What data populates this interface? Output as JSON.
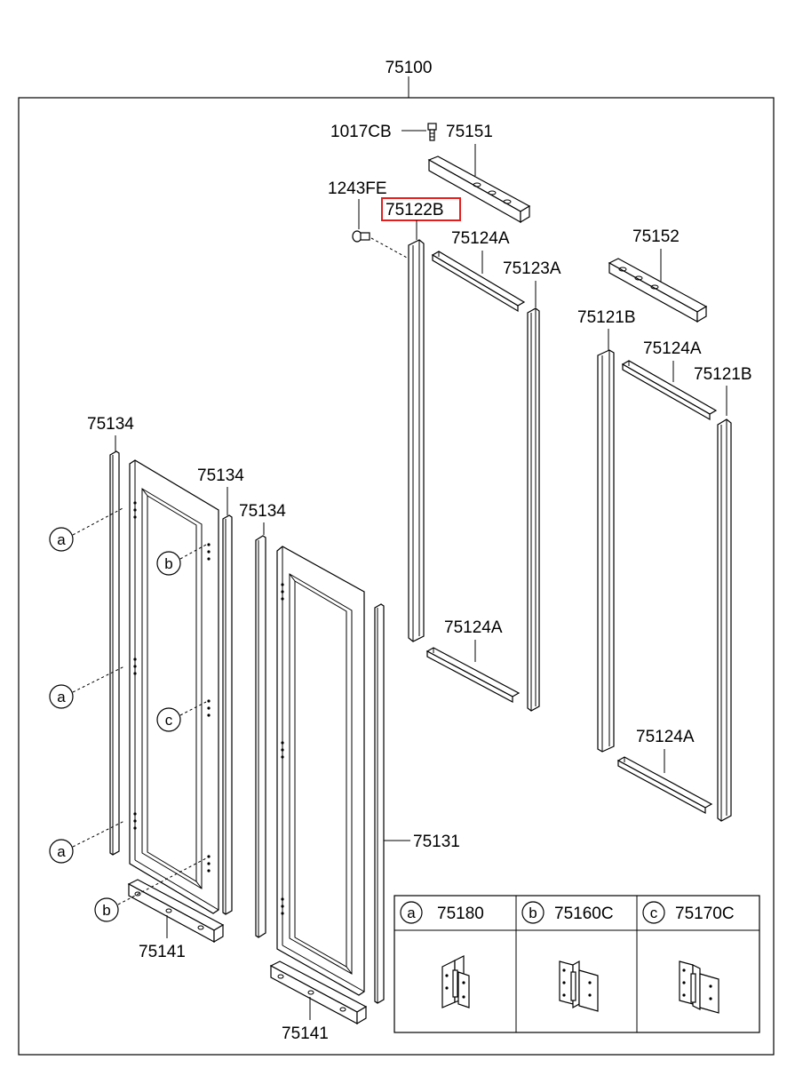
{
  "labels": {
    "assembly": "75100",
    "bolt_1017": "1017CB",
    "bracket_75151": "75151",
    "screw_1243": "1243FE",
    "post_75122b": "75122B",
    "rail_75124a_top_left": "75124A",
    "post_75123a": "75123A",
    "bracket_75152": "75152",
    "post_75121b_left": "75121B",
    "rail_75124a_top_right": "75124A",
    "post_75121b_right": "75121B",
    "rail_75124a_bottom_left": "75124A",
    "rail_75124a_bottom_right": "75124A",
    "strip_75134_a": "75134",
    "strip_75134_b": "75134",
    "strip_75134_c": "75134",
    "door_75131": "75131",
    "base_75141_left": "75141",
    "base_75141_right": "75141"
  },
  "callouts": {
    "a": "a",
    "b": "b",
    "c": "c"
  },
  "legend": {
    "items": [
      {
        "key": "a",
        "part": "75180"
      },
      {
        "key": "b",
        "part": "75160C"
      },
      {
        "key": "c",
        "part": "75170C"
      }
    ]
  },
  "highlight_color": "#e02020"
}
